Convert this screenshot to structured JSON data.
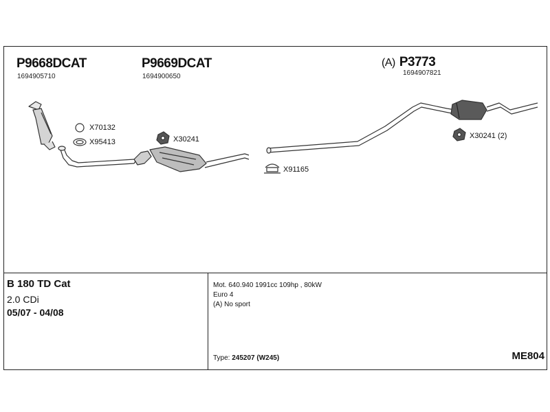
{
  "parts": {
    "p1": {
      "number": "P9668DCAT",
      "oe": "1694905710"
    },
    "p2": {
      "number": "P9669DCAT",
      "oe": "1694900650"
    },
    "p3": {
      "prefix": "(A)",
      "number": "P3773",
      "oe": "1694907821"
    }
  },
  "fittings": {
    "x70132": "X70132",
    "x95413": "X95413",
    "x30241_a": "X30241",
    "x91165": "X91165",
    "x30241_b": "X30241 (2)"
  },
  "vehicle": {
    "model": "B 180 TD Cat",
    "engine": "2.0 CDi",
    "years": "05/07 - 04/08"
  },
  "specs": {
    "motor": "Mot. 640.940 1991cc 109hp , 80kW",
    "euro": "Euro 4",
    "note": "(A) No sport"
  },
  "type": {
    "label": "Type:",
    "value": "245207 (W245)"
  },
  "code": "ME804"
}
